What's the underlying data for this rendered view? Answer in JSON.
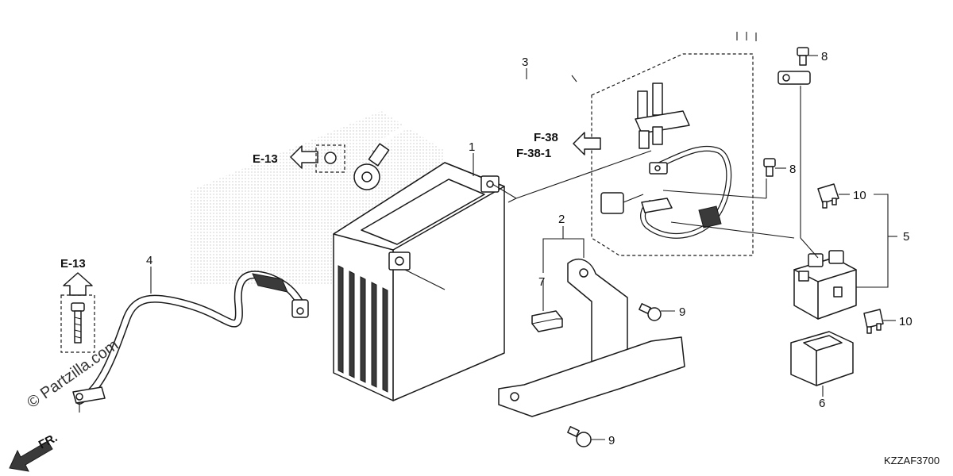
{
  "diagram": {
    "code": "KZZAF3700",
    "watermark": "© Partzilla.com",
    "front_label": "FR.",
    "callouts": {
      "c1": "1",
      "c2": "2",
      "c3": "3",
      "c4": "4",
      "c5": "5",
      "c6": "6",
      "c7": "7",
      "c8a": "8",
      "c8b": "8",
      "c9a": "9",
      "c9b": "9",
      "c10a": "10",
      "c10b": "10"
    },
    "refs": {
      "e13_left": "E-13",
      "e13_bottom": "E-13",
      "f38": "F-38",
      "f381": "F-38-1"
    }
  }
}
